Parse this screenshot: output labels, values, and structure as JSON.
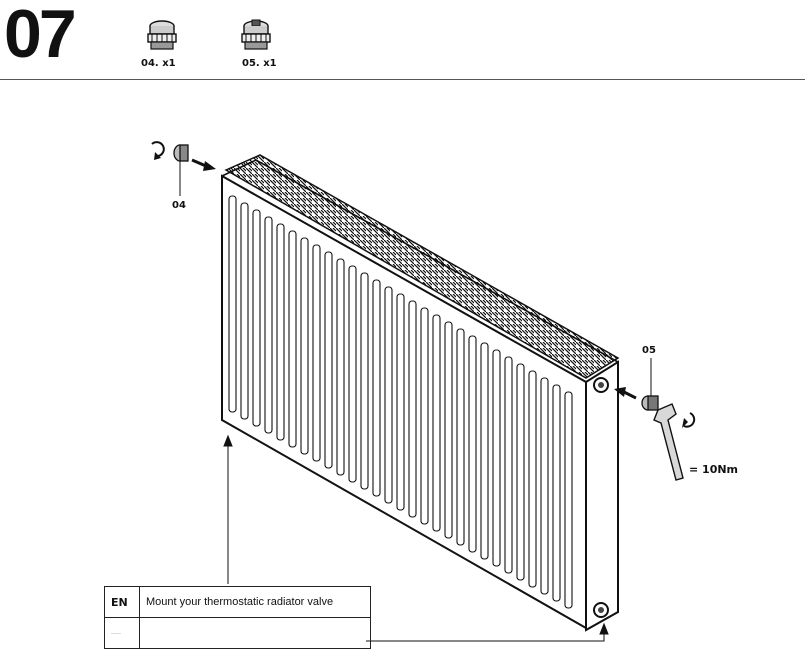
{
  "header": {
    "step_number": "07",
    "parts": [
      {
        "icon": "blanking-plug-icon",
        "label": "04. x1"
      },
      {
        "icon": "air-vent-plug-icon",
        "label": "05. x1"
      }
    ]
  },
  "diagram": {
    "callout_left": "04",
    "callout_right": "05",
    "torque": "= 10Nm"
  },
  "instructions": [
    {
      "code": "EN",
      "text": "Mount your thermostatic radiator valve"
    },
    {
      "code": "",
      "text": ""
    }
  ]
}
